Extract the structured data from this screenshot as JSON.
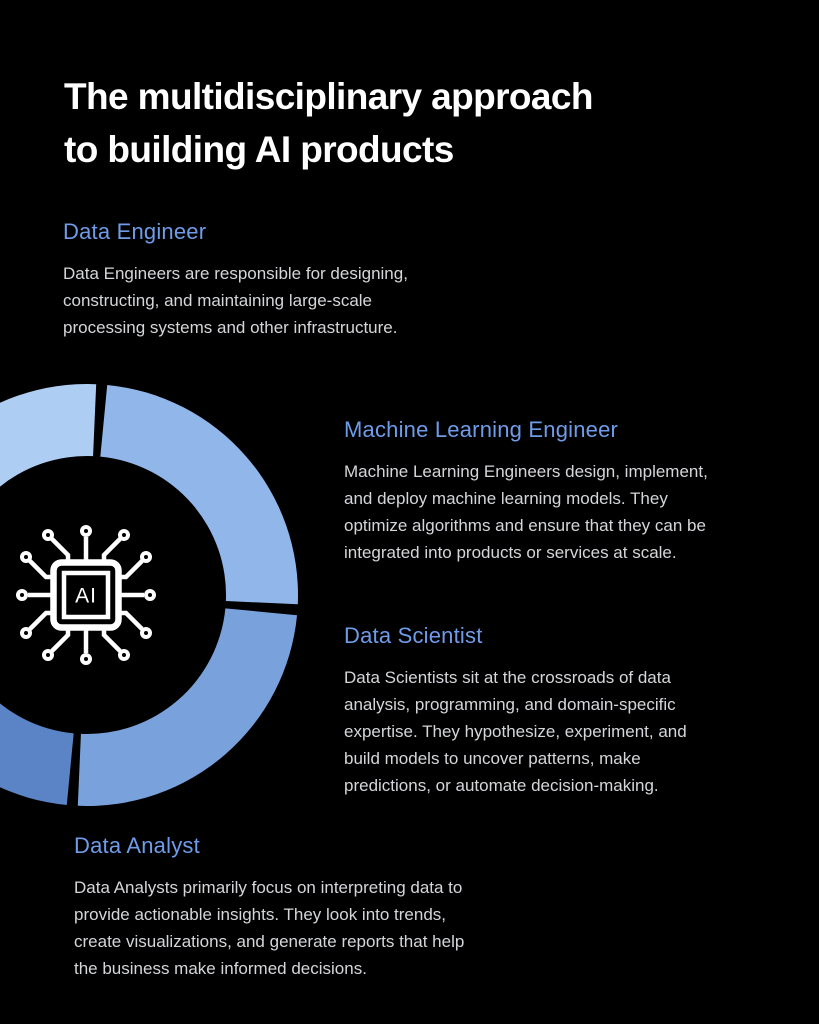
{
  "page": {
    "title": "The multidisciplinary approach\nto building AI products",
    "background_color": "#000000",
    "accent_color": "#6f9ce9",
    "body_text_color": "#d4d6d9",
    "title_color": "#ffffff"
  },
  "sections": [
    {
      "id": "data-engineer",
      "heading": "Data Engineer",
      "body": "Data Engineers are responsible for designing,\nconstructing, and maintaining large-scale\nprocessing systems and other infrastructure."
    },
    {
      "id": "machine-learning-engineer",
      "heading": "Machine Learning Engineer",
      "body": "Machine Learning Engineers design, implement,\nand deploy machine learning models. They\noptimize algorithms and ensure that they can be\nintegrated into products or services at scale."
    },
    {
      "id": "data-scientist",
      "heading": "Data Scientist",
      "body": "Data Scientists sit at the crossroads of data\nanalysis, programming, and domain-specific\nexpertise. They hypothesize, experiment, and\nbuild models to uncover patterns, make\npredictions, or automate decision-making."
    },
    {
      "id": "data-analyst",
      "heading": "Data Analyst",
      "body": "Data Analysts primarily focus on interpreting data to\nprovide actionable insights. They look into trends,\ncreate visualizations, and generate reports that help\nthe business make informed decisions."
    }
  ],
  "chart_data": {
    "type": "pie",
    "subtype": "donut",
    "title": "",
    "legend": false,
    "center_icon": "ai-chip-icon",
    "center_icon_label": "AI",
    "segments": [
      {
        "label": "Data Engineer",
        "value": 25,
        "color": "#aecdf2",
        "quadrant": "top-left"
      },
      {
        "label": "Machine Learning Engineer",
        "value": 25,
        "color": "#90b6ea",
        "quadrant": "top-right"
      },
      {
        "label": "Data Scientist",
        "value": 25,
        "color": "#79a2dc",
        "quadrant": "bottom-right"
      },
      {
        "label": "Data Analyst",
        "value": 25,
        "color": "#5a84c5",
        "quadrant": "bottom-left"
      }
    ]
  }
}
